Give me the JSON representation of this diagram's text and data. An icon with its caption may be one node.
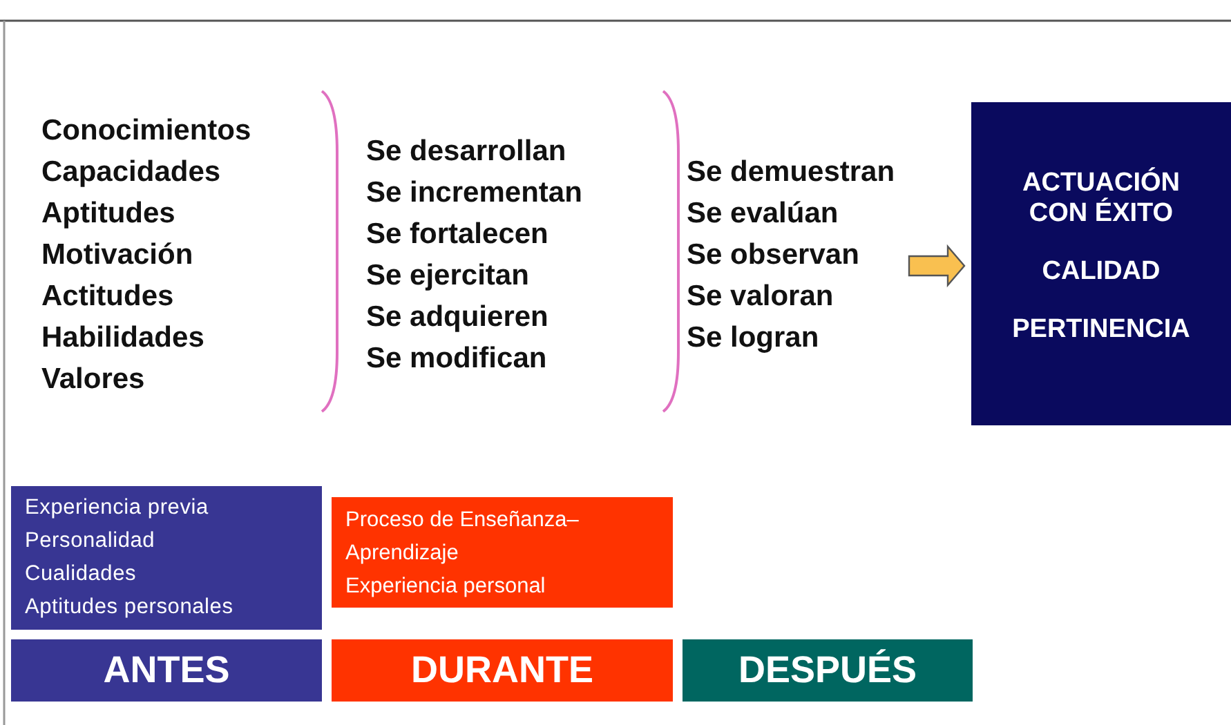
{
  "diagram": {
    "nodes": [
      {
        "text": [
          "Conocimientos",
          "Capacidades",
          "Aptitudes",
          "Motivación",
          "Actitudes",
          "Habilidades",
          "Valores"
        ]
      },
      {
        "text": [
          "Se desarrollan",
          "Se incrementan",
          "Se fortalecen",
          "Se ejercitan",
          "Se adquieren",
          "Se modifican"
        ]
      },
      {
        "text": [
          "Se demuestran",
          "Se evalúan",
          "Se observan",
          "Se valoran",
          "Se logran"
        ]
      },
      {
        "text": [
          "ACTUACIÓN CON ÉXITO",
          "CALIDAD",
          "PERTINENCIA"
        ]
      },
      {
        "text": [
          "Experiencia previa",
          "Personalidad",
          "Cualidades",
          "Aptitudes personales"
        ]
      },
      {
        "text": [
          "Proceso de Enseñanza–Aprendizaje",
          "Experiencia personal"
        ]
      },
      {
        "text": [
          "ANTES"
        ]
      },
      {
        "text": [
          "DURANTE"
        ]
      },
      {
        "text": [
          "DESPUÉS"
        ]
      }
    ],
    "edges": [
      {
        "from": 2,
        "to": 3,
        "arrow": "to"
      }
    ]
  }
}
